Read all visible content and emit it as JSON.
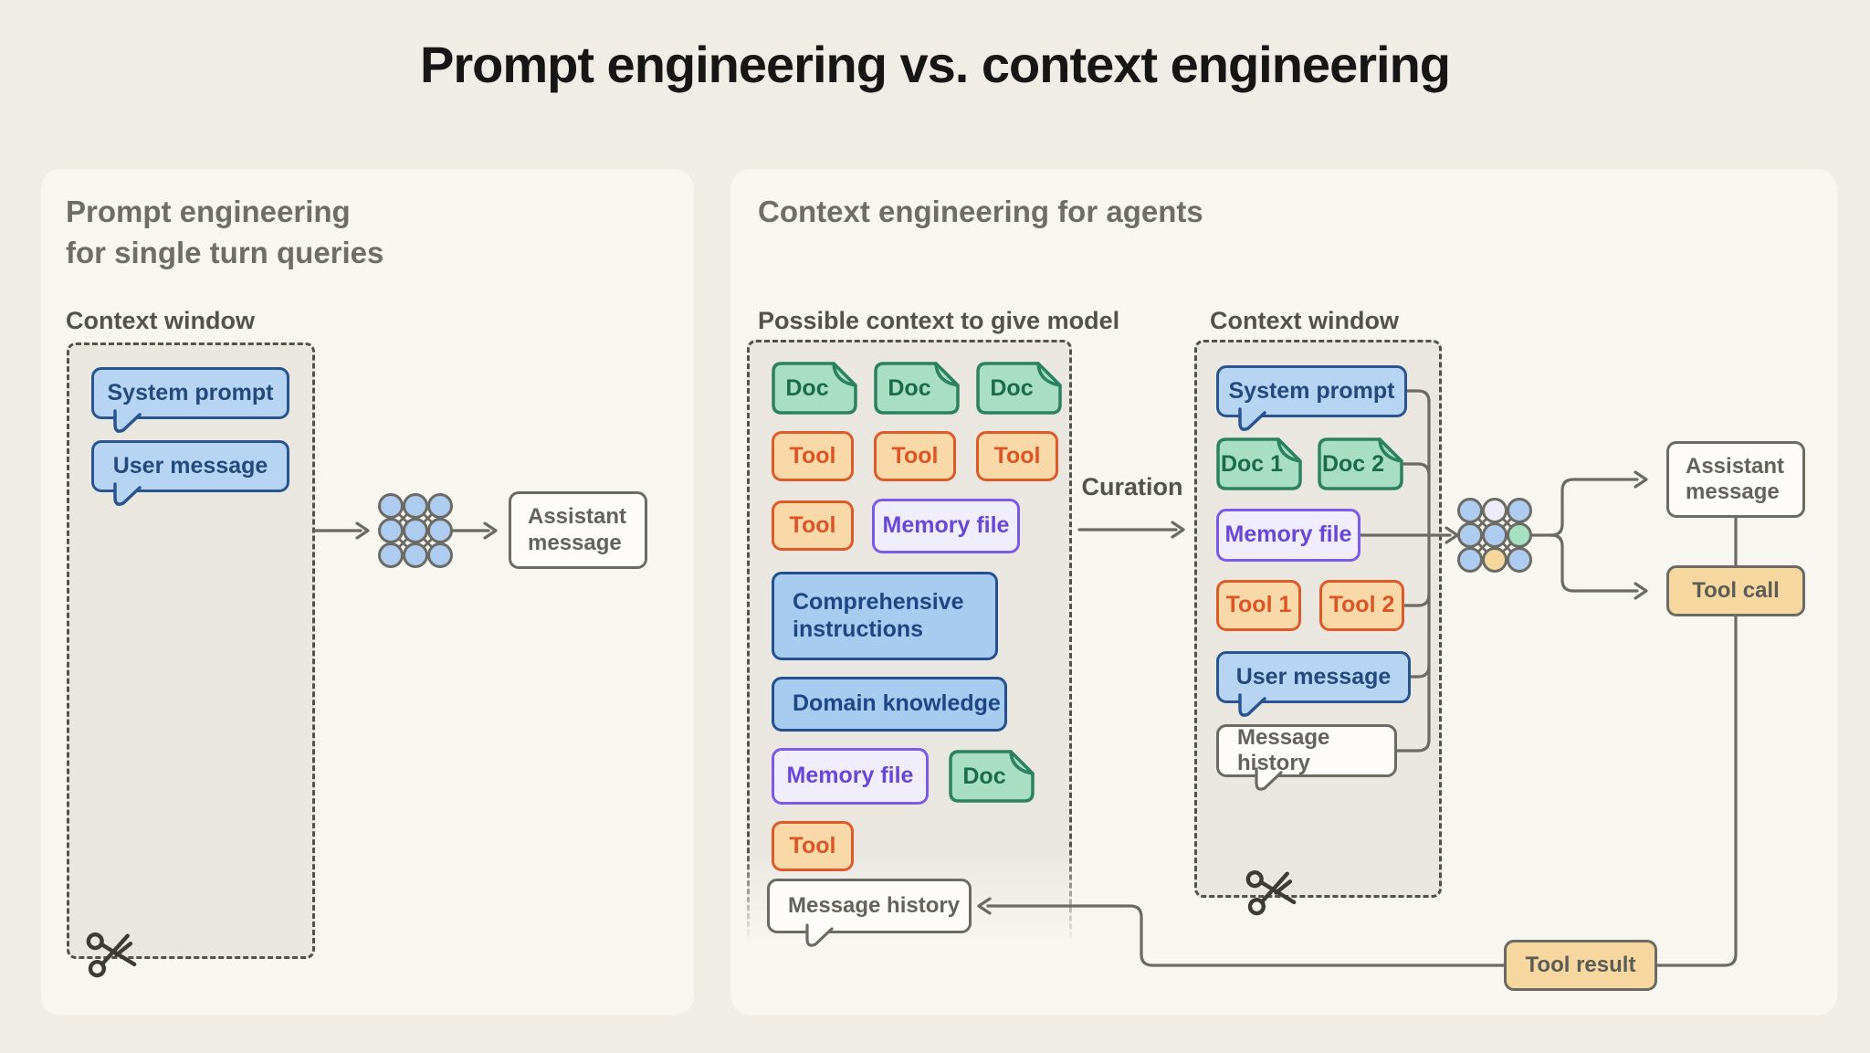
{
  "title": "Prompt engineering vs. context engineering",
  "left_panel": {
    "heading_line1": "Prompt engineering",
    "heading_line2": "for single turn queries",
    "context_window_label": "Context window",
    "system_prompt": "System prompt",
    "user_message": "User message",
    "assistant_message": "Assistant message"
  },
  "right_panel": {
    "heading": "Context engineering for agents",
    "possible_context_label": "Possible context to give model",
    "context_window_label": "Context window",
    "curation_label": "Curation",
    "doc_label": "Doc",
    "tool_label": "Tool",
    "memory_file_label": "Memory file",
    "comprehensive_instructions": "Comprehensive instructions",
    "domain_knowledge": "Domain knowledge",
    "message_history": "Message history",
    "window": {
      "system_prompt": "System prompt",
      "doc1": "Doc 1",
      "doc2": "Doc 2",
      "memory_file": "Memory file",
      "tool1": "Tool 1",
      "tool2": "Tool 2",
      "user_message": "User message",
      "message_history": "Message history"
    },
    "assistant_message": "Assistant message",
    "tool_call": "Tool call",
    "tool_result": "Tool result"
  },
  "icons": {
    "model": "neural-network-icon",
    "cut": "scissors-icon",
    "document": "document-icon",
    "speech_tail": "speech-tail-icon"
  },
  "colors": {
    "page_bg": "#EFEDE6",
    "card_bg": "#F8F6F1",
    "dashed_area_bg": "#E9E7E0",
    "dash_border": "#52514B",
    "line": "#6B6A63",
    "blue_fill": "#B7D5F3",
    "blue_rect_fill": "#A8CCEF",
    "blue_border": "#2A5490",
    "blue_text": "#23497E",
    "green_fill": "#A7DEC4",
    "green_border": "#2B8162",
    "green_text": "#1A6B4D",
    "orange_fill": "#F9D9A8",
    "orange_border": "#DD5B2B",
    "orange_text": "#DB5527",
    "purple_fill": "#F0EEFD",
    "purple_border": "#7A5AE6",
    "purple_text": "#6847D8",
    "neutral_fill": "#FDFCFA",
    "neutral_border": "#6B6A63",
    "neutral_text": "#63625C",
    "tan_fill": "#F5D79F",
    "node_blue": "#AECBF0",
    "node_green": "#A5E0C2",
    "node_tan": "#F5D79E",
    "node_pale": "#EFECFA"
  }
}
